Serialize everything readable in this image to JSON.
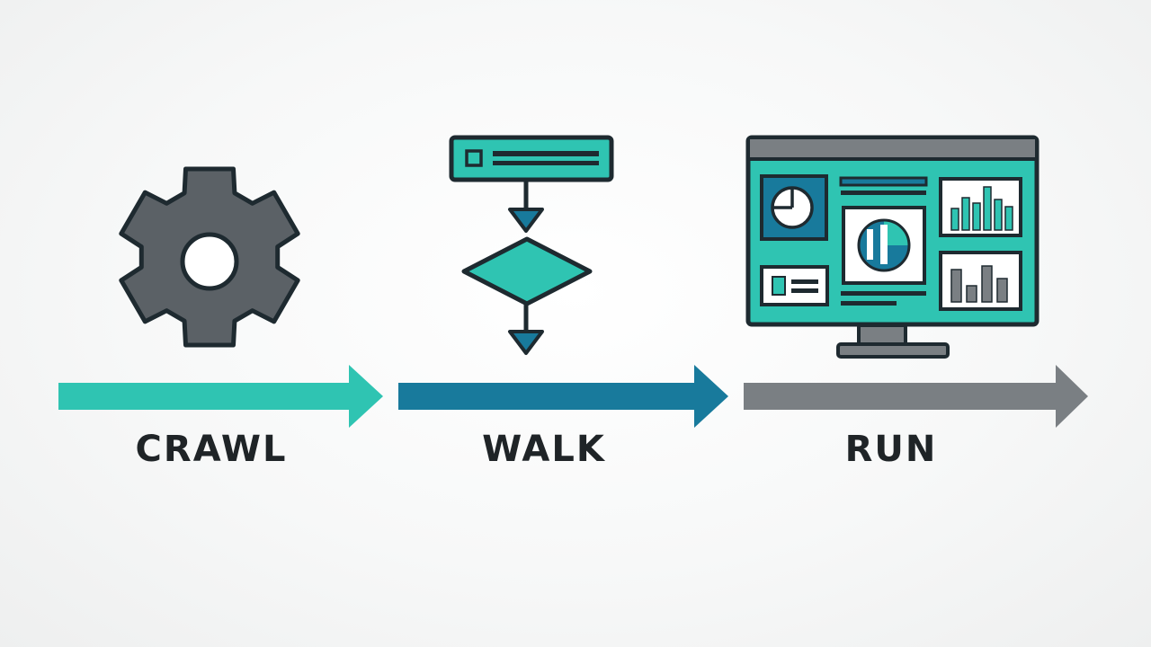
{
  "colors": {
    "teal": "#2fc4b2",
    "blue": "#187a9c",
    "gray": "#7a7f83",
    "dark_gray": "#5b6166",
    "outline": "#1e2a30",
    "label_text": "#1f2427"
  },
  "stages": [
    {
      "label": "CRAWL",
      "icon": "gear-icon",
      "arrow_color": "#2fc4b2"
    },
    {
      "label": "WALK",
      "icon": "flowchart-icon",
      "arrow_color": "#187a9c"
    },
    {
      "label": "RUN",
      "icon": "dashboard-monitor-icon",
      "arrow_color": "#7a7f83"
    }
  ]
}
